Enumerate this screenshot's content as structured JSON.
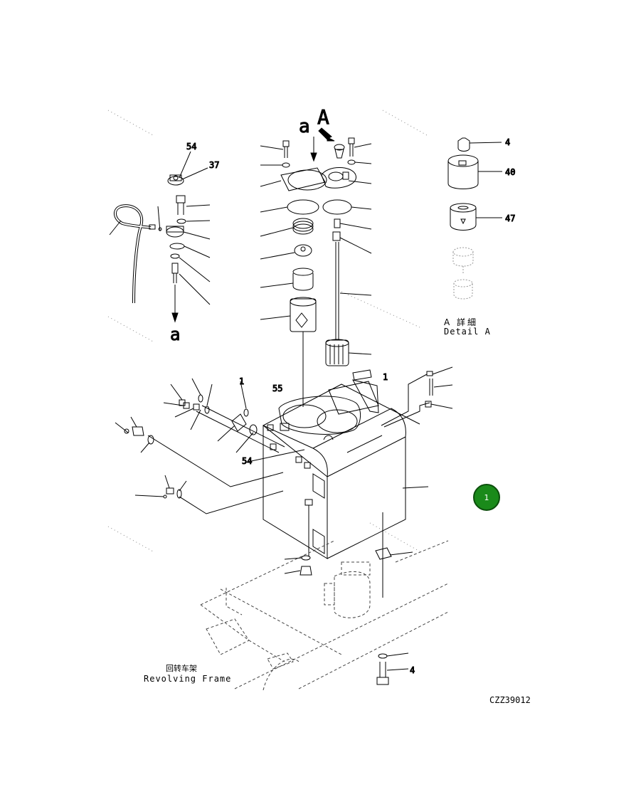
{
  "callouts": {
    "view_a_letter": "a",
    "view_a_title": "A",
    "hose_end_letter": "a",
    "part_54_top": "54",
    "part_37": "37",
    "part_55": "55",
    "part_54_bottom": "54",
    "part_1_left": "1",
    "part_1_right": "1",
    "part_4": "4",
    "part_40": "40",
    "part_47": "47",
    "part_4_lower": "4"
  },
  "labels": {
    "detail_cn": "A 詳細",
    "detail_en": "Detail A",
    "frame_cn": "回转车架",
    "frame_en": "Revolving Frame",
    "drawing_code": "CZZ39012"
  },
  "badge": {
    "number": "1",
    "color": "#1a8a1a"
  }
}
